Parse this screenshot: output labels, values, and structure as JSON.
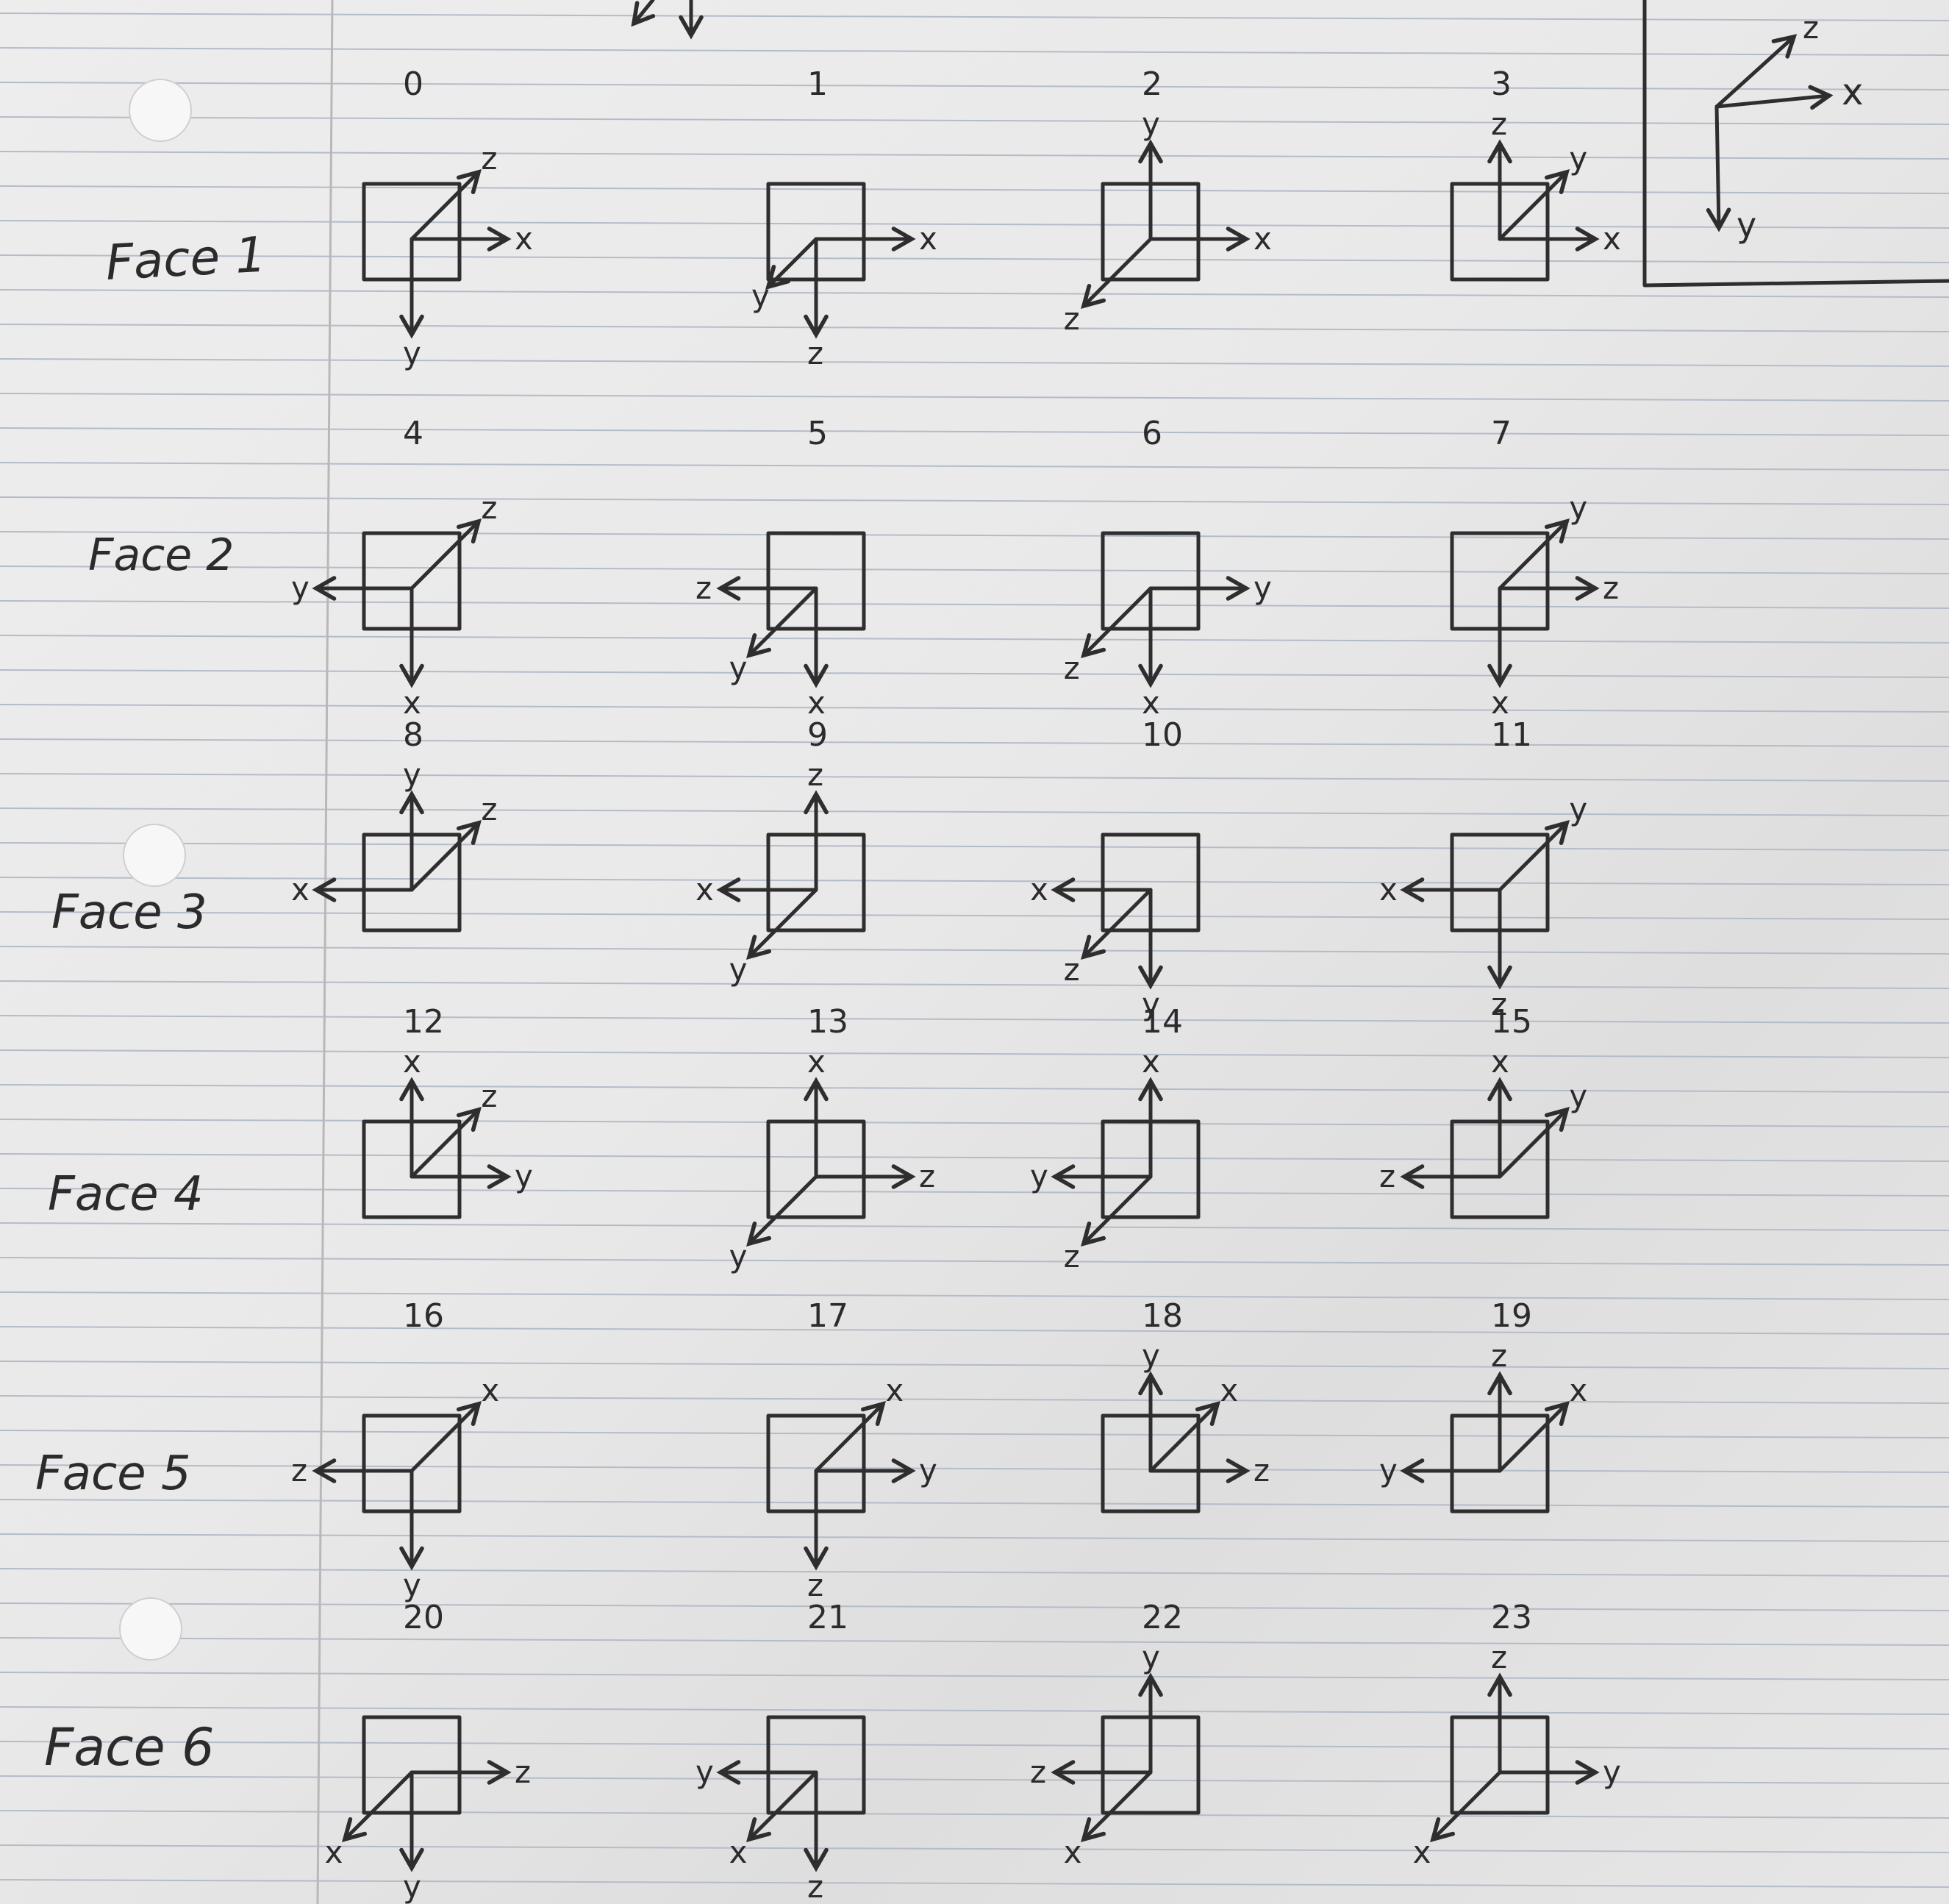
{
  "background": {
    "paper_color": "#ebebeb",
    "shadow_color": "#d2d2d2",
    "rule_color": "#b4bcc8",
    "margin_color": "#b8b8b8",
    "ink_color": "#2e2e2e"
  },
  "faces": [
    "Face 1",
    "Face 2",
    "Face 3",
    "Face 4",
    "Face 5",
    "Face 6"
  ],
  "orientations": [
    {
      "n": "0",
      "axes": [
        "x",
        "y",
        "z"
      ]
    },
    {
      "n": "1",
      "axes": [
        "x",
        "y",
        "z"
      ]
    },
    {
      "n": "2",
      "axes": [
        "x",
        "y",
        "z"
      ]
    },
    {
      "n": "3",
      "axes": [
        "x",
        "y",
        "z"
      ]
    },
    {
      "n": "4",
      "axes": [
        "x",
        "y",
        "z"
      ]
    },
    {
      "n": "5",
      "axes": [
        "x",
        "y",
        "z"
      ]
    },
    {
      "n": "6",
      "axes": [
        "x",
        "y",
        "z"
      ]
    },
    {
      "n": "7",
      "axes": [
        "x",
        "y",
        "z"
      ]
    },
    {
      "n": "8",
      "axes": [
        "x",
        "y",
        "z"
      ]
    },
    {
      "n": "9",
      "axes": [
        "x",
        "y",
        "z"
      ]
    },
    {
      "n": "10",
      "axes": [
        "x",
        "y",
        "z"
      ]
    },
    {
      "n": "11",
      "axes": [
        "x",
        "y",
        "z"
      ]
    },
    {
      "n": "12",
      "axes": [
        "x",
        "y",
        "z"
      ]
    },
    {
      "n": "13",
      "axes": [
        "x",
        "y",
        "z"
      ]
    },
    {
      "n": "14",
      "axes": [
        "x",
        "y",
        "z"
      ]
    },
    {
      "n": "15",
      "axes": [
        "x",
        "y",
        "z"
      ]
    },
    {
      "n": "16",
      "axes": [
        "x",
        "y",
        "z"
      ]
    },
    {
      "n": "17",
      "axes": [
        "x",
        "y",
        "z"
      ]
    },
    {
      "n": "18",
      "axes": [
        "x",
        "y",
        "z"
      ]
    },
    {
      "n": "19",
      "axes": [
        "x",
        "y",
        "z"
      ]
    },
    {
      "n": "20",
      "axes": [
        "x",
        "y",
        "z"
      ]
    },
    {
      "n": "21",
      "axes": [
        "x",
        "y",
        "z"
      ]
    },
    {
      "n": "22",
      "axes": [
        "x",
        "y",
        "z"
      ]
    },
    {
      "n": "23",
      "axes": [
        "x",
        "y",
        "z"
      ]
    }
  ],
  "reference": {
    "axes": [
      "z",
      "x",
      "y"
    ]
  },
  "icons": [
    "axis-diagram-icon",
    "reference-axes-icon",
    "punch-hole-icon"
  ]
}
